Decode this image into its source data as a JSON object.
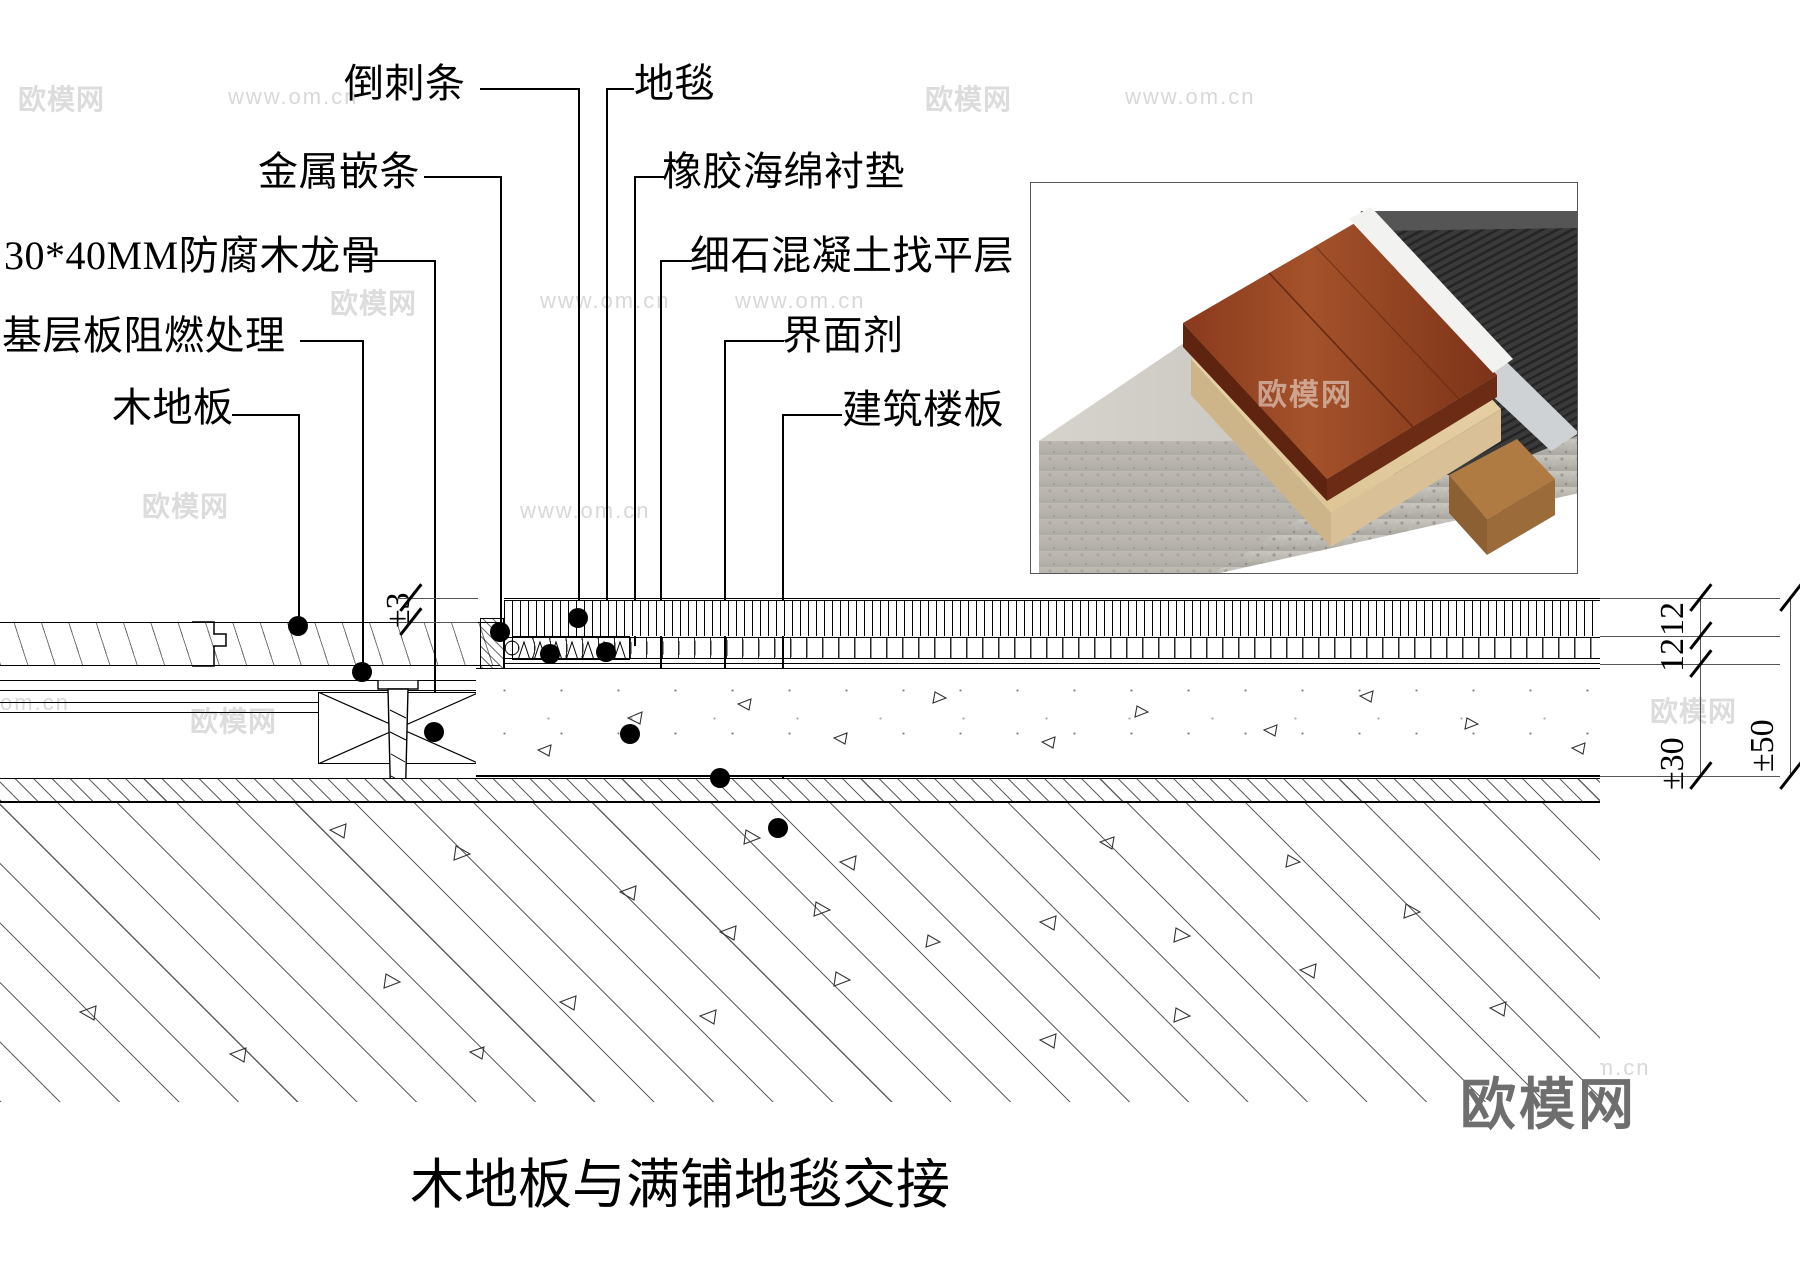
{
  "title": "木地板与满铺地毯交接",
  "watermark": {
    "url": "www.om.cn",
    "logo": "欧模网"
  },
  "labels_left": [
    {
      "key": "barb_strip",
      "text": "倒刺条"
    },
    {
      "key": "metal_inlay",
      "text": "金属嵌条"
    },
    {
      "key": "wood_joist",
      "text": "30*40MM防腐木龙骨"
    },
    {
      "key": "base_board",
      "text": "基层板阻燃处理"
    },
    {
      "key": "wood_floor",
      "text": "木地板"
    }
  ],
  "labels_right": [
    {
      "key": "carpet",
      "text": "地毯"
    },
    {
      "key": "rubber_pad",
      "text": "橡胶海绵衬垫"
    },
    {
      "key": "screed",
      "text": "细石混凝土找平层"
    },
    {
      "key": "interface",
      "text": "界面剂"
    },
    {
      "key": "struct_slab",
      "text": "建筑楼板"
    }
  ],
  "dimensions": {
    "floor_gap": "±3",
    "carpet": "12",
    "pad": "12",
    "screed": "±30",
    "total": "±50"
  },
  "colors": {
    "ink": "#000000",
    "leader": "#000000",
    "watermark": "#d8d8d8",
    "logo": "#6e6e6e"
  },
  "inset": {
    "name": "3d-assembly-photo",
    "layers": [
      "木地板",
      "基层板",
      "木龙骨",
      "建筑楼板",
      "地毯",
      "金属嵌条"
    ]
  }
}
